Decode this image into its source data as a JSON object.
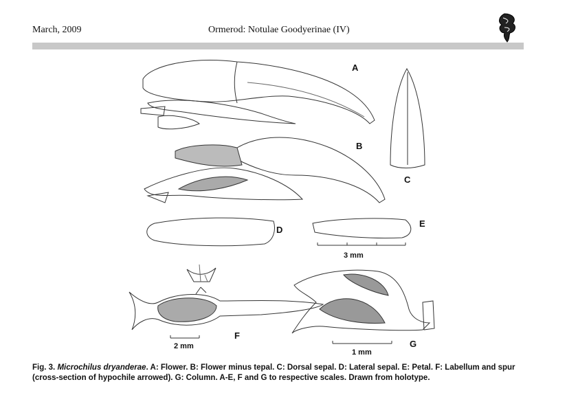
{
  "header": {
    "date": "March, 2009",
    "running_title": "Ormerod: Notulae Goodyerinae (IV)"
  },
  "figure": {
    "labels": {
      "A": "A",
      "B": "B",
      "C": "C",
      "D": "D",
      "E": "E",
      "F": "F",
      "G": "G"
    },
    "scales": {
      "ae": "3 mm",
      "f": "2 mm",
      "g": "1 mm"
    }
  },
  "caption": {
    "fig_no": "Fig. 3.",
    "species": "Microchilus dryanderae",
    "text": ". A: Flower. B: Flower minus tepal. C: Dorsal sepal. D: Lateral sepal. E: Petal. F: Labellum and spur (cross-section of hypochile arrowed). G: Column. A-E, F and G to respective scales. Drawn from holotype."
  }
}
